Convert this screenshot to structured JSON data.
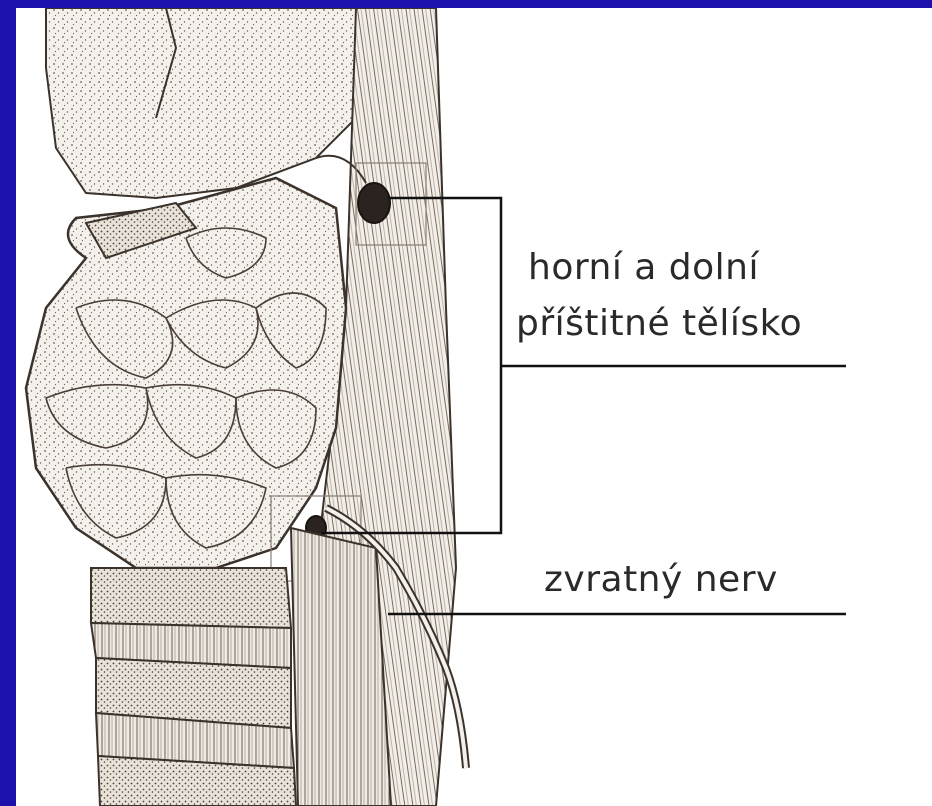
{
  "labels": {
    "parathyroid_line1": "horní a dolní",
    "parathyroid_line2": "příštitné tělísko",
    "nerve": "zvratný nerv"
  },
  "colors": {
    "background_frame": "#1c12ab",
    "canvas": "#ffffff",
    "ink": "#2a2a2a"
  }
}
